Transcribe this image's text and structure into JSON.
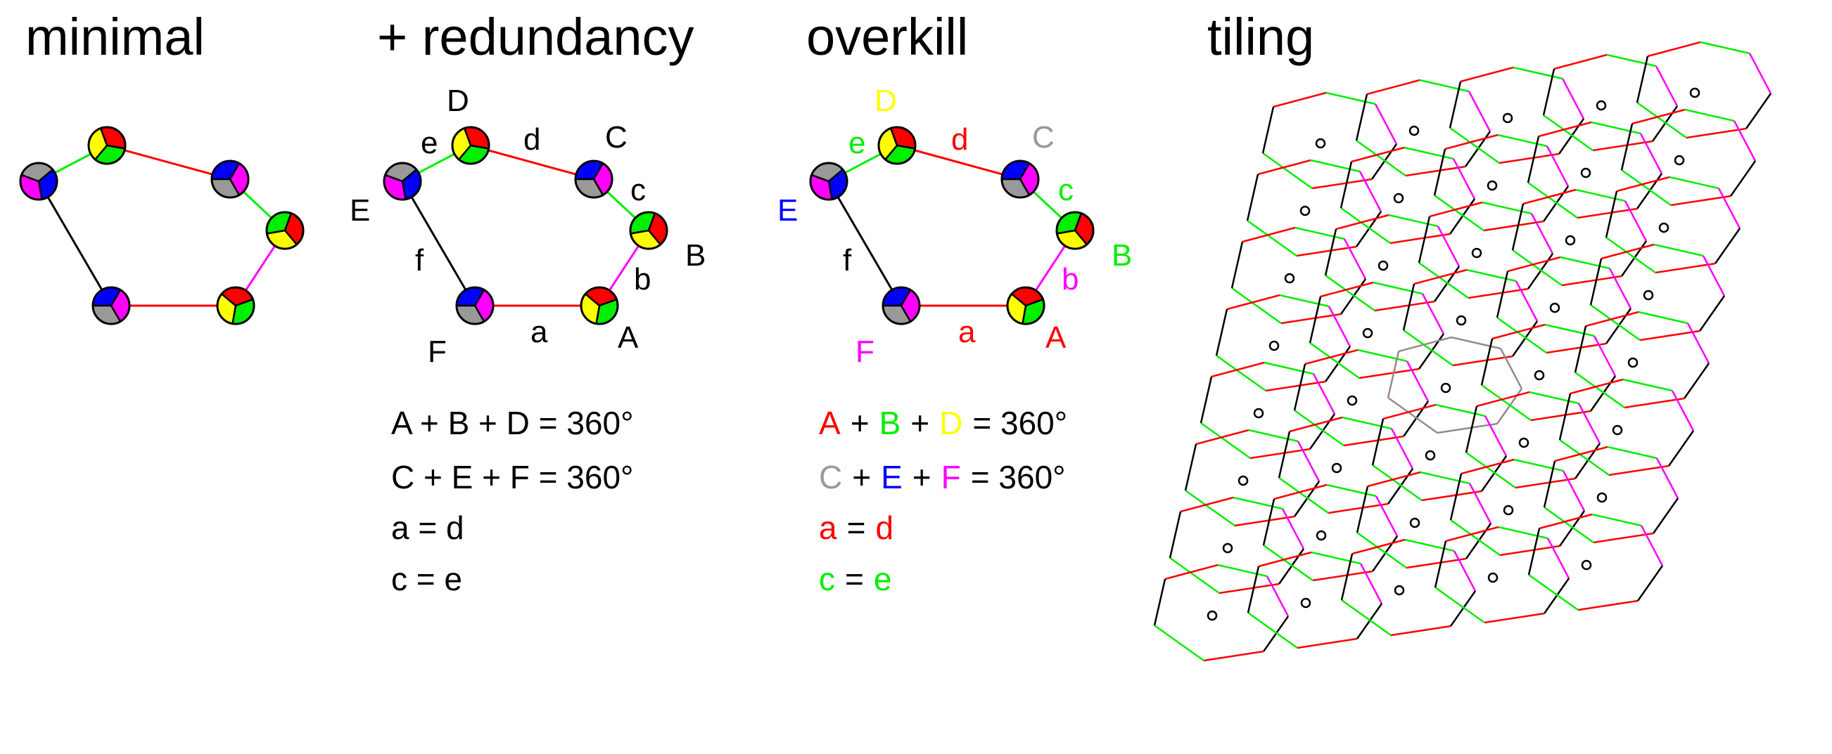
{
  "panels": {
    "minimal": {
      "title": "minimal"
    },
    "redundancy": {
      "title": "+ redundancy",
      "vertex_labels": [
        "A",
        "B",
        "C",
        "D",
        "E",
        "F"
      ],
      "edge_labels": [
        "a",
        "b",
        "c",
        "d",
        "e",
        "f"
      ],
      "equations": [
        "A + B + D = 360°",
        "C + E + F = 360°",
        "a = d",
        "c = e"
      ]
    },
    "overkill": {
      "title": "overkill",
      "vertex_labels": [
        "A",
        "B",
        "C",
        "D",
        "E",
        "F"
      ],
      "edge_labels": [
        "a",
        "b",
        "c",
        "d",
        "e",
        "f"
      ],
      "eq1": {
        "t1": "A",
        "t2": "B",
        "t3": "D",
        "rhs": "= 360°"
      },
      "eq2": {
        "t1": "C",
        "t2": "E",
        "t3": "F",
        "rhs": "= 360°"
      },
      "eq3": {
        "lhs": "a",
        "rhs": "d"
      },
      "eq4": {
        "lhs": "c",
        "rhs": "e"
      },
      "plus": "+",
      "equals": "="
    },
    "tiling": {
      "title": "tiling"
    }
  },
  "colors": {
    "A": "#ff0000",
    "B": "#00ee00",
    "C": "#999999",
    "D": "#ffff00",
    "E": "#0000ff",
    "F": "#ff00ff",
    "a": "#ff0000",
    "b": "#ff00ff",
    "c": "#00ee00",
    "d": "#ff0000",
    "e": "#00ee00",
    "f": "#000000",
    "text": "#000000",
    "highlight": "#998888"
  }
}
